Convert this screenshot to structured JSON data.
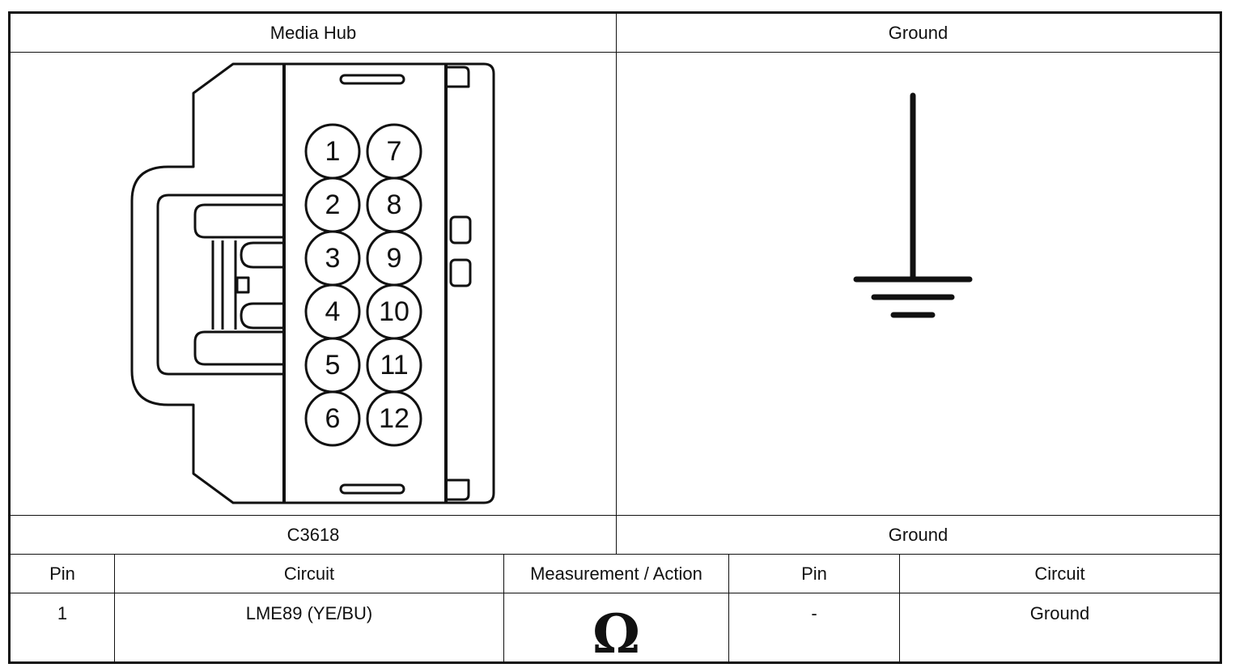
{
  "header": {
    "left_title": "Media Hub",
    "right_title": "Ground"
  },
  "connector": {
    "id": "C3618",
    "pins_left": [
      "1",
      "2",
      "3",
      "4",
      "5",
      "6"
    ],
    "pins_right": [
      "7",
      "8",
      "9",
      "10",
      "11",
      "12"
    ]
  },
  "ground_label": "Ground",
  "table": {
    "headers": [
      "Pin",
      "Circuit",
      "Measurement / Action",
      "Pin",
      "Circuit"
    ],
    "rows": [
      {
        "pin": "1",
        "circuit": "LME89 (YE/BU)",
        "measurement_icon": "ohm-icon",
        "measurement_symbol": "Ω",
        "pin2": "-",
        "circuit2": "Ground"
      }
    ]
  },
  "colors": {
    "line": "#111111",
    "background": "#ffffff"
  }
}
